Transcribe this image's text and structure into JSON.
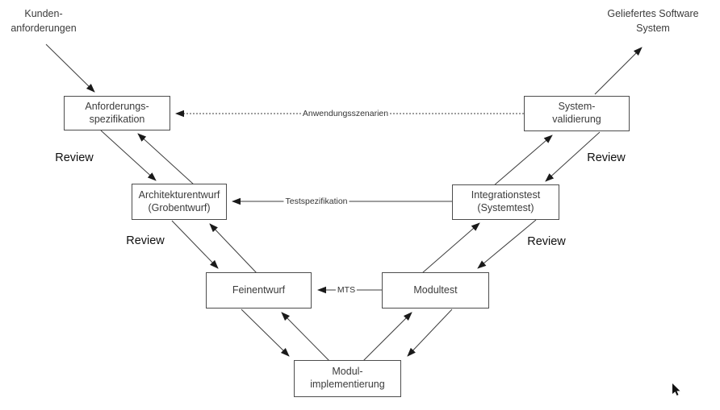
{
  "diagram": {
    "type": "v-model-software-development",
    "external_labels": {
      "customer_requirements": "Kunden-\nanforderungen",
      "delivered_system": "Geliefertes Software\nSystem"
    },
    "nodes": {
      "requirements_spec": {
        "label": "Anforderungs-\nspezifikation"
      },
      "system_validation": {
        "label": "System-\nvalidierung"
      },
      "architecture_design": {
        "label": "Architekturentwurf\n(Grobentwurf)"
      },
      "integration_test": {
        "label": "Integrationstest\n(Systemtest)"
      },
      "detailed_design": {
        "label": "Feinentwurf"
      },
      "module_test": {
        "label": "Modultest"
      },
      "module_implementation": {
        "label": "Modul-\nimplementierung"
      }
    },
    "edge_labels": {
      "application_scenarios": "Anwendungsszenarien",
      "test_specification": "Testspezifikation",
      "module_test_spec": "MTS"
    },
    "review_label": "Review",
    "colors": {
      "box_border": "#4d4d4d",
      "line": "#3d3d3d",
      "arrowhead": "#1a1a1a",
      "text": "#3b3b3b",
      "review_text": "#0f0f0f",
      "background": "#ffffff"
    }
  }
}
